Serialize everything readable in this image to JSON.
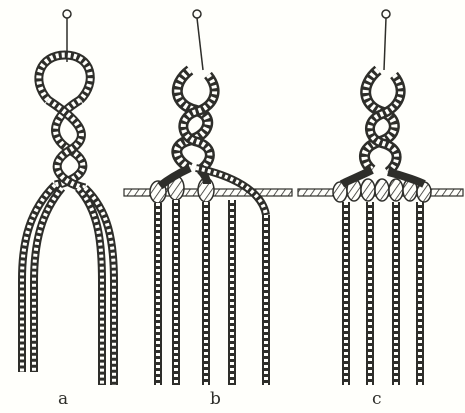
{
  "figure": {
    "ink_color": "#2e2e2a",
    "paper_color": "#fffffb",
    "labels": {
      "a": "a",
      "b": "b",
      "c": "c"
    }
  }
}
